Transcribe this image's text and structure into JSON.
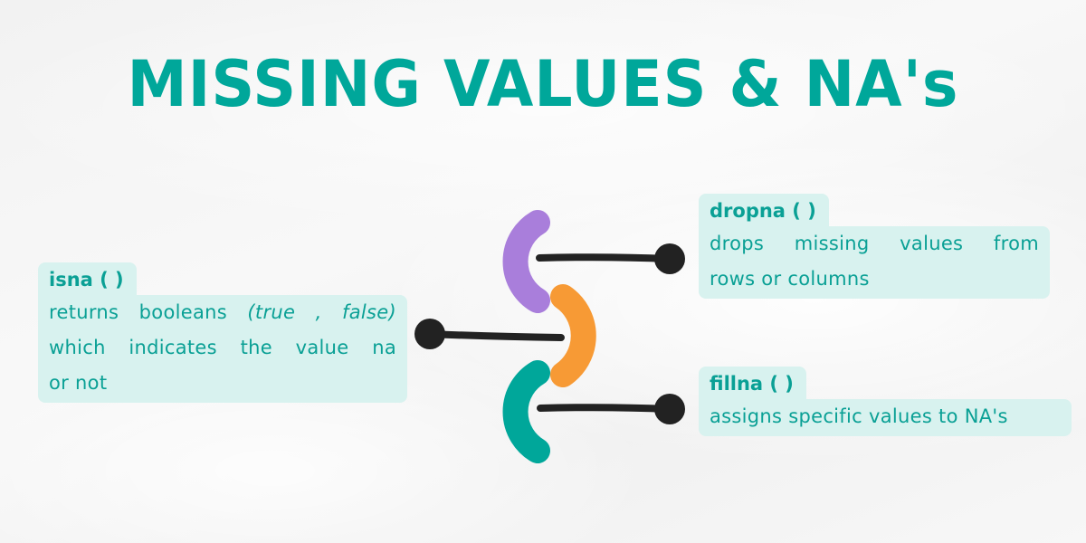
{
  "title": "MISSING VALUES & NA's",
  "colors": {
    "accent": "#00a79a",
    "card_bg": "#d8f2ef",
    "purple": "#a97edb",
    "orange": "#f79a35",
    "teal": "#00a79a",
    "connector": "#222222"
  },
  "cards": {
    "isna": {
      "name": "isna ( )",
      "line1_start": "returns booleans ",
      "line1_italic": "(true , false)",
      "line2": "which indicates the value na",
      "line3": "or not"
    },
    "dropna": {
      "name": "dropna ( )",
      "line1": "drops missing values from",
      "line2": "rows or columns"
    },
    "fillna": {
      "name": "fillna ( )",
      "line1": "assigns specific values to NA's"
    }
  },
  "icons": {
    "purple_arc": "arc-open-right",
    "orange_arc": "arc-open-left",
    "teal_arc": "arc-open-right",
    "connector_dots": [
      "dropna-connector",
      "isna-connector",
      "fillna-connector"
    ]
  }
}
